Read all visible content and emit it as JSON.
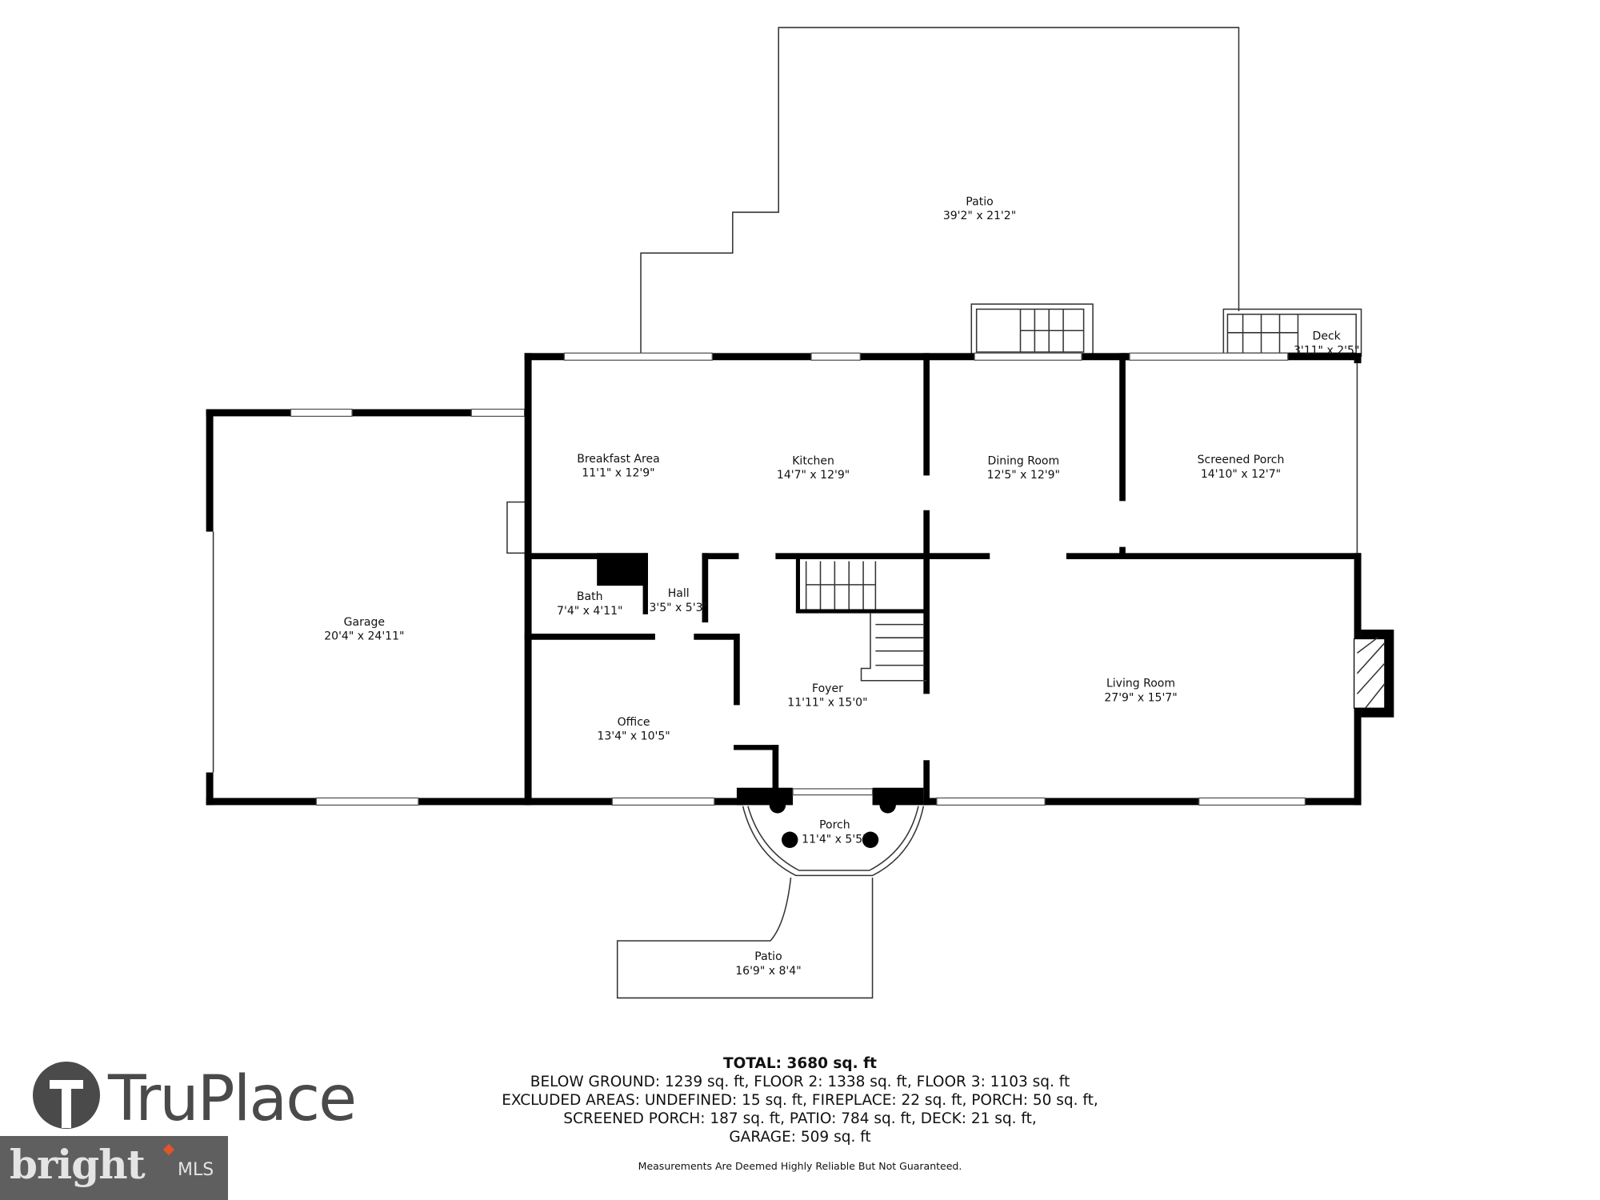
{
  "rooms": {
    "patio_rear": {
      "name": "Patio",
      "dims": "39'2\" x 21'2\""
    },
    "deck": {
      "name": "Deck",
      "dims": "3'11\" x 2'5\""
    },
    "breakfast": {
      "name": "Breakfast Area",
      "dims": "11'1\" x 12'9\""
    },
    "kitchen": {
      "name": "Kitchen",
      "dims": "14'7\" x 12'9\""
    },
    "dining": {
      "name": "Dining Room",
      "dims": "12'5\" x 12'9\""
    },
    "screened_porch": {
      "name": "Screened Porch",
      "dims": "14'10\" x 12'7\""
    },
    "garage": {
      "name": "Garage",
      "dims": "20'4\" x 24'11\""
    },
    "bath": {
      "name": "Bath",
      "dims": "7'4\" x 4'11\""
    },
    "hall": {
      "name": "Hall",
      "dims": "3'5\" x 5'3\""
    },
    "foyer": {
      "name": "Foyer",
      "dims": "11'11\" x 15'0\""
    },
    "living": {
      "name": "Living Room",
      "dims": "27'9\" x 15'7\""
    },
    "office": {
      "name": "Office",
      "dims": "13'4\" x 10'5\""
    },
    "porch": {
      "name": "Porch",
      "dims": "11'4\" x 5'5\""
    },
    "patio_front": {
      "name": "Patio",
      "dims": "16'9\" x 8'4\""
    }
  },
  "summary": {
    "total": "TOTAL: 3680 sq. ft",
    "line1": "BELOW GROUND: 1239 sq. ft, FLOOR 2: 1338 sq. ft, FLOOR 3: 1103 sq. ft",
    "line2": "EXCLUDED AREAS: UNDEFINED: 15 sq. ft, FIREPLACE: 22 sq. ft, PORCH: 50 sq. ft,",
    "line3": "SCREENED PORCH: 187 sq. ft, PATIO: 784 sq. ft, DECK: 21 sq. ft,",
    "line4": "GARAGE: 509 sq. ft",
    "disclaimer": "Measurements Are Deemed Highly Reliable But Not Guaranteed."
  },
  "branding": {
    "truplace": "TruPlace",
    "bright": "bright",
    "mls": "MLS",
    "logo_color": "#4a4a4a",
    "bright_bg": "#5f5f5f",
    "bright_accent": "#e0552a"
  }
}
